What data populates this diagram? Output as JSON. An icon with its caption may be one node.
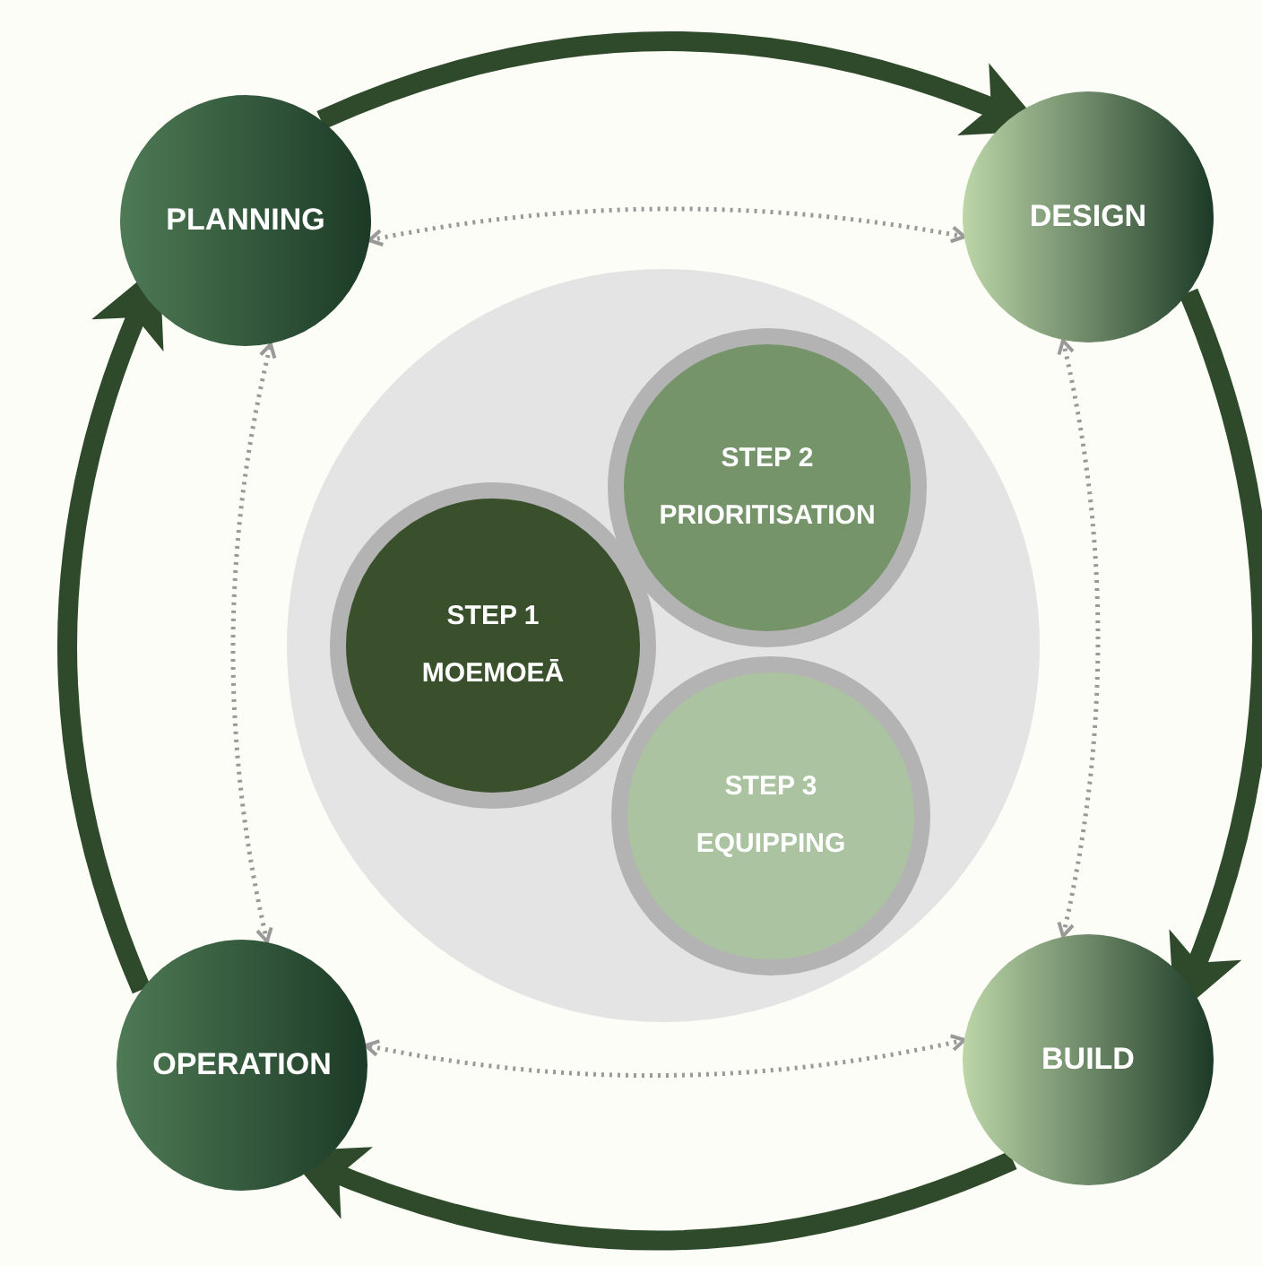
{
  "diagram": {
    "nodes": [
      {
        "text": [
          "PLANNING"
        ]
      },
      {
        "text": [
          "DESIGN"
        ]
      },
      {
        "text": [
          "BUILD"
        ]
      },
      {
        "text": [
          "OPERATION"
        ]
      },
      {
        "text": [],
        "shape": "circle"
      },
      {
        "text": [
          "STEP 1",
          "MOEMOEĀ"
        ],
        "in": 4
      },
      {
        "text": [
          "STEP 2",
          "PRIORITISATION"
        ],
        "in": 4
      },
      {
        "text": [
          "STEP 3",
          "EQUIPPING"
        ],
        "in": 4
      }
    ],
    "edges": [
      {
        "from": 0,
        "to": 1,
        "arrow": "to",
        "style": "thick"
      },
      {
        "from": 1,
        "to": 2,
        "arrow": "to",
        "style": "thick"
      },
      {
        "from": 2,
        "to": 3,
        "arrow": "to",
        "style": "thick"
      },
      {
        "from": 3,
        "to": 0,
        "arrow": "to",
        "style": "thick"
      },
      {
        "from": 0,
        "to": 1,
        "arrow": "both",
        "style": "dashed",
        "color": "#999999"
      },
      {
        "from": 1,
        "to": 2,
        "arrow": "both",
        "style": "dashed",
        "color": "#999999"
      },
      {
        "from": 2,
        "to": 3,
        "arrow": "both",
        "style": "dashed",
        "color": "#999999"
      },
      {
        "from": 3,
        "to": 0,
        "arrow": "both",
        "style": "dashed",
        "color": "#999999"
      }
    ]
  }
}
